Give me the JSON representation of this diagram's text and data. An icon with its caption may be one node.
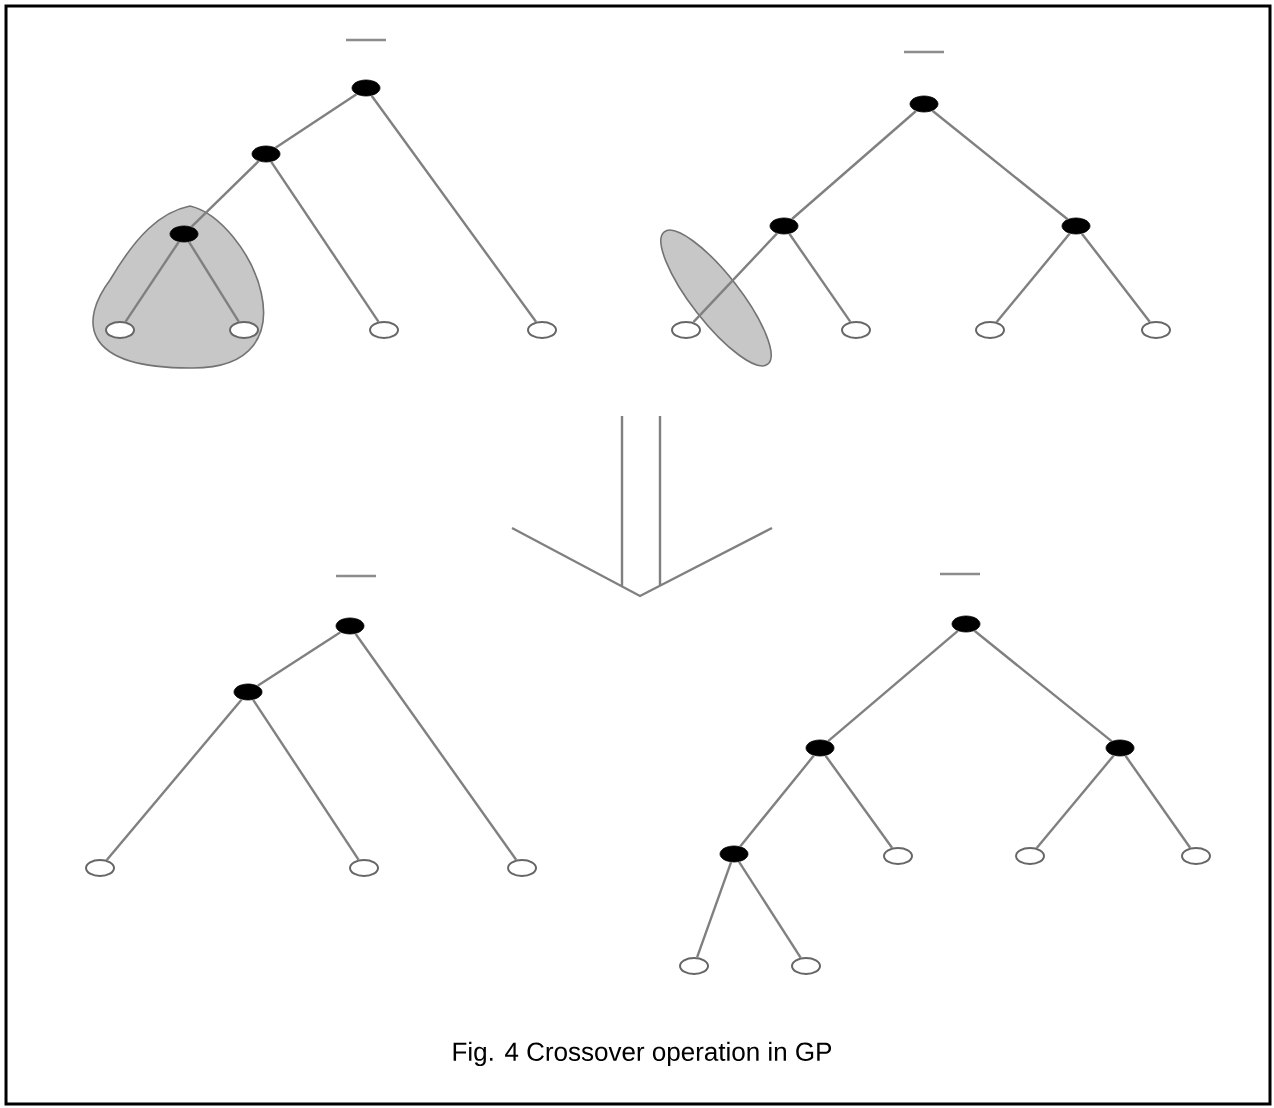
{
  "diagram": {
    "caption": "Fig. 4 Crossover operation in GP",
    "nodes": [
      {
        "text": [],
        "shape": "dot"
      },
      {
        "text": [],
        "shape": "dot"
      },
      {
        "text": [],
        "shape": "dot"
      },
      {
        "text": [],
        "shape": "circle"
      },
      {
        "text": [],
        "shape": "circle"
      },
      {
        "text": [],
        "shape": "circle"
      },
      {
        "text": [],
        "shape": "circle"
      },
      {
        "text": [],
        "shape": "dot"
      },
      {
        "text": [],
        "shape": "dot"
      },
      {
        "text": [],
        "shape": "dot"
      },
      {
        "text": [],
        "shape": "circle"
      },
      {
        "text": [],
        "shape": "circle"
      },
      {
        "text": [],
        "shape": "circle"
      },
      {
        "text": [],
        "shape": "circle"
      },
      {
        "text": [],
        "shape": "dot"
      },
      {
        "text": [],
        "shape": "dot"
      },
      {
        "text": [],
        "shape": "circle"
      },
      {
        "text": [],
        "shape": "circle"
      },
      {
        "text": [],
        "shape": "circle"
      },
      {
        "text": [],
        "shape": "dot"
      },
      {
        "text": [],
        "shape": "dot"
      },
      {
        "text": [],
        "shape": "dot"
      },
      {
        "text": [],
        "shape": "dot"
      },
      {
        "text": [],
        "shape": "circle"
      },
      {
        "text": [],
        "shape": "circle"
      },
      {
        "text": [],
        "shape": "circle"
      },
      {
        "text": [],
        "shape": "circle"
      },
      {
        "text": [],
        "shape": "circle"
      }
    ],
    "edges": [
      {
        "from": 0,
        "to": 1,
        "arrow": "none"
      },
      {
        "from": 0,
        "to": 6,
        "arrow": "none"
      },
      {
        "from": 1,
        "to": 2,
        "arrow": "none"
      },
      {
        "from": 1,
        "to": 5,
        "arrow": "none"
      },
      {
        "from": 2,
        "to": 3,
        "arrow": "none"
      },
      {
        "from": 2,
        "to": 4,
        "arrow": "none"
      },
      {
        "from": 7,
        "to": 8,
        "arrow": "none"
      },
      {
        "from": 7,
        "to": 9,
        "arrow": "none"
      },
      {
        "from": 8,
        "to": 10,
        "arrow": "none"
      },
      {
        "from": 8,
        "to": 11,
        "arrow": "none"
      },
      {
        "from": 9,
        "to": 12,
        "arrow": "none"
      },
      {
        "from": 9,
        "to": 13,
        "arrow": "none"
      },
      {
        "from": 14,
        "to": 15,
        "arrow": "none"
      },
      {
        "from": 14,
        "to": 18,
        "arrow": "none"
      },
      {
        "from": 15,
        "to": 16,
        "arrow": "none"
      },
      {
        "from": 15,
        "to": 17,
        "arrow": "none"
      },
      {
        "from": 19,
        "to": 20,
        "arrow": "none"
      },
      {
        "from": 19,
        "to": 21,
        "arrow": "none"
      },
      {
        "from": 20,
        "to": 22,
        "arrow": "none"
      },
      {
        "from": 20,
        "to": 23,
        "arrow": "none"
      },
      {
        "from": 21,
        "to": 24,
        "arrow": "none"
      },
      {
        "from": 21,
        "to": 25,
        "arrow": "none"
      },
      {
        "from": 22,
        "to": 26,
        "arrow": "none"
      },
      {
        "from": 22,
        "to": 27,
        "arrow": "none"
      }
    ]
  }
}
